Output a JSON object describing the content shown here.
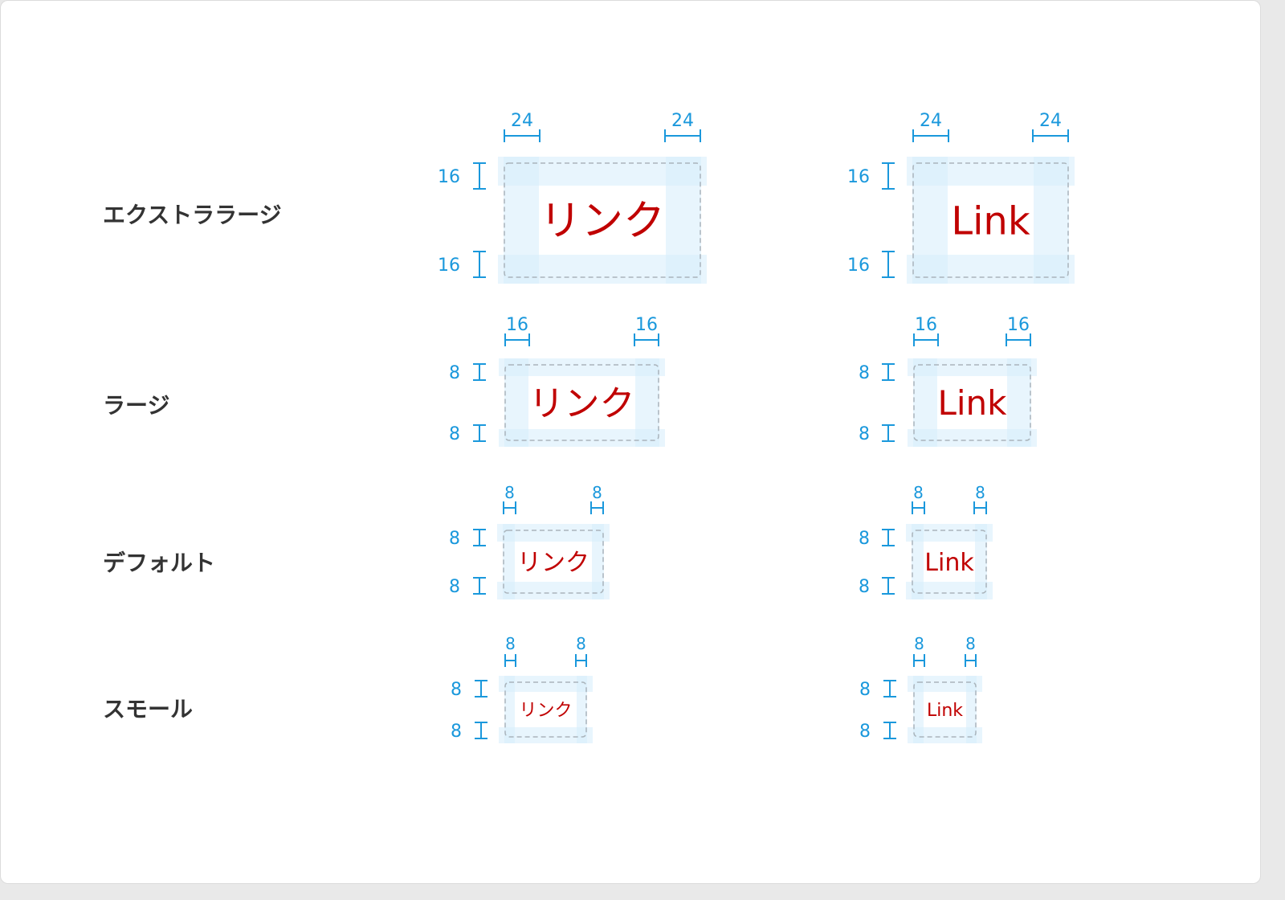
{
  "colors": {
    "background": "#ffffff",
    "label_text": "#333333",
    "link_text": "#c00000",
    "dimension_marker": "#1a98dc",
    "padding_fill": "#d6ecfb",
    "outline": "#aab4bb"
  },
  "rows": [
    {
      "label": "エクストララージ"
    },
    {
      "label": "ラージ"
    },
    {
      "label": "デフォルト"
    },
    {
      "label": "スモール"
    }
  ],
  "examples": [
    {
      "text": "リンク",
      "h_pad": "24",
      "v_pad": "16"
    },
    {
      "text": "Link",
      "h_pad": "24",
      "v_pad": "16"
    },
    {
      "text": "リンク",
      "h_pad": "16",
      "v_pad": "8"
    },
    {
      "text": "Link",
      "h_pad": "16",
      "v_pad": "8"
    },
    {
      "text": "リンク",
      "h_pad": "8",
      "v_pad": "8"
    },
    {
      "text": "Link",
      "h_pad": "8",
      "v_pad": "8"
    },
    {
      "text": "リンク",
      "h_pad": "8",
      "v_pad": "8"
    },
    {
      "text": "Link",
      "h_pad": "8",
      "v_pad": "8"
    }
  ]
}
